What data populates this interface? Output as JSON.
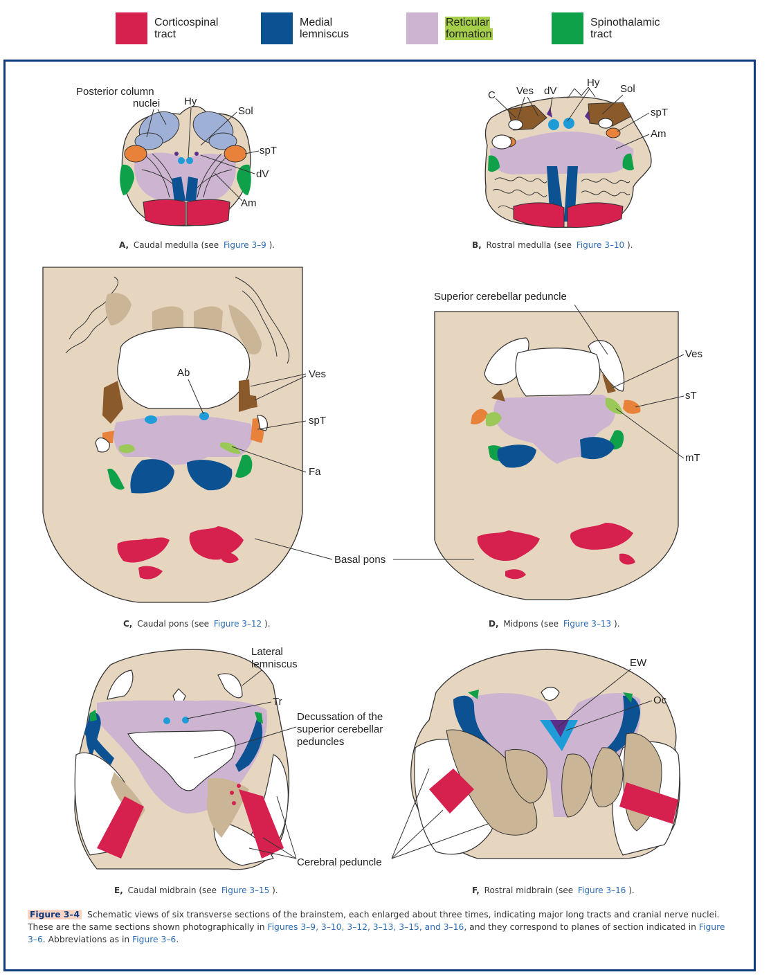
{
  "legend": [
    {
      "line1": "Corticospinal",
      "line2": "tract",
      "color": "#d6204e",
      "highlight": false
    },
    {
      "line1": "Medial",
      "line2": "lemniscus",
      "color": "#0c5191",
      "highlight": false
    },
    {
      "line1": "Reticular",
      "line2": "formation",
      "color": "#cdb5d2",
      "highlight": true
    },
    {
      "line1": "Spinothalamic",
      "line2": "tract",
      "color": "#0ea14a",
      "highlight": false
    }
  ],
  "colors": {
    "tissue": "#e6d5bf",
    "outline": "#333333",
    "frame": "#0f3b7e",
    "corticospinal": "#d6204e",
    "medial_lemniscus": "#0c5191",
    "reticular": "#cdb5d2",
    "spinothalamic": "#0ea14a",
    "trigeminal": "#e8823a",
    "vestibular": "#8b5a2b",
    "posterior_column": "#9fb0d6",
    "hypoglossal": "#1e9cd7",
    "gray_dark": "#cbb597",
    "light_green": "#9cc85a"
  },
  "panels": {
    "A": {
      "labels": {
        "posterior_column_1": "Posterior column",
        "posterior_column_2": "nuclei",
        "hy": "Hy",
        "sol": "Sol",
        "spt": "spT",
        "dv": "dV",
        "am": "Am"
      },
      "caption_letter": "A,",
      "caption_text": "Caudal medulla (see",
      "caption_link": "Figure 3–9",
      "caption_end": ")."
    },
    "B": {
      "labels": {
        "c": "C",
        "ves": "Ves",
        "dv": "dV",
        "hy": "Hy",
        "sol": "Sol",
        "spt": "spT",
        "am": "Am"
      },
      "caption_letter": "B,",
      "caption_text": "Rostral medulla (see",
      "caption_link": "Figure 3–10",
      "caption_end": ")."
    },
    "C": {
      "labels": {
        "ab": "Ab",
        "ves": "Ves",
        "spt": "spT",
        "fa": "Fa"
      },
      "caption_letter": "C,",
      "caption_text": "Caudal pons (see",
      "caption_link": "Figure 3–12",
      "caption_end": ")."
    },
    "D": {
      "labels": {
        "scp": "Superior cerebellar peduncle",
        "ves": "Ves",
        "st": "sT",
        "mt": "mT"
      },
      "caption_letter": "D,",
      "caption_text": "Midpons (see",
      "caption_link": "Figure 3–13",
      "caption_end": ")."
    },
    "CD": {
      "basal_pons": "Basal pons"
    },
    "E": {
      "labels": {
        "lat_lem_1": "Lateral",
        "lat_lem_2": "lemniscus",
        "tr": "Tr",
        "dec_1": "Decussation of the",
        "dec_2": "superior cerebellar",
        "dec_3": "peduncles"
      },
      "caption_letter": "E,",
      "caption_text": "Caudal midbrain (see",
      "caption_link": "Figure 3–15",
      "caption_end": ")."
    },
    "F": {
      "labels": {
        "ew": "EW",
        "oc": "Oc"
      },
      "caption_letter": "F,",
      "caption_text": "Rostral midbrain (see",
      "caption_link": "Figure 3–16",
      "caption_end": ")."
    },
    "EF": {
      "cerebral_peduncle": "Cerebral peduncle"
    }
  },
  "figure_caption": {
    "number": "Figure 3–4",
    "text1": "Schematic views of six transverse sections of the brainstem, each enlarged about three times, indicating major long tracts and cranial nerve nuclei. These are the same sections shown photographically in",
    "link1": "Figures 3–9, 3–10, 3–12, 3–13, 3–15, and 3–16",
    "text2": ", and they correspond to planes of section indicated in",
    "link2": "Figure 3–6",
    "text3": ". Abbreviations as in",
    "link3": "Figure 3–6",
    "text4": "."
  }
}
